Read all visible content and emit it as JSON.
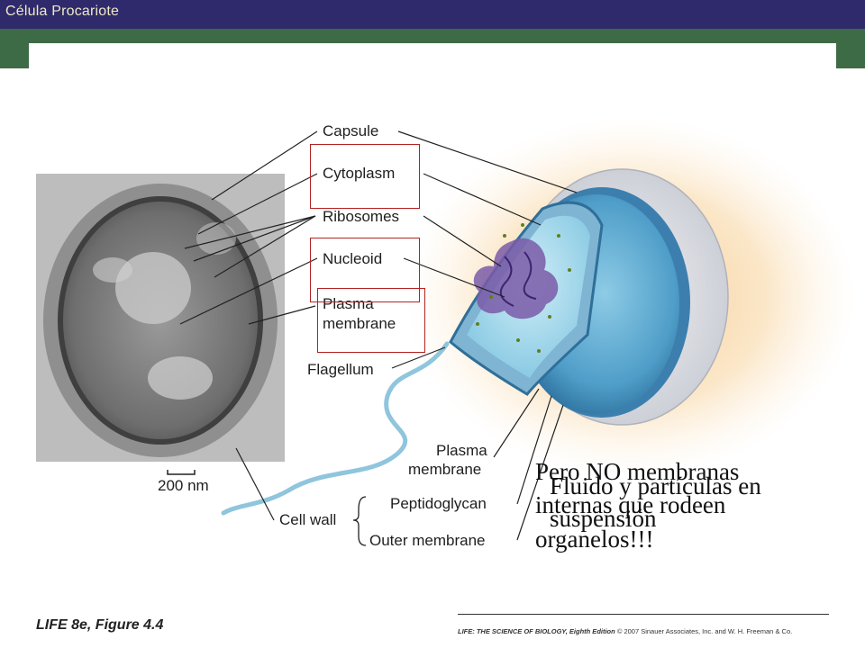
{
  "slide": {
    "title": "Célula Procariote",
    "colors": {
      "header": "#2e2a6b",
      "band": "#3d6b45",
      "title_text": "#f1e8c4",
      "highlight_box": "#b22222"
    }
  },
  "figure": {
    "labels": {
      "capsule": "Capsule",
      "cytoplasm": "Cytoplasm",
      "ribosomes": "Ribosomes",
      "nucleoid": "Nucleoid",
      "plasma_membrane_top_1": "Plasma",
      "plasma_membrane_top_2": "membrane",
      "flagellum": "Flagellum",
      "plasma_membrane_bottom_1": "Plasma",
      "plasma_membrane_bottom_2": "membrane",
      "peptidoglycan": "Peptidoglycan",
      "cell_wall": "Cell wall",
      "outer_membrane": "Outer membrane",
      "scale_bar": "200 nm"
    }
  },
  "notes": {
    "back_line1": "Fluido y partículas en",
    "back_line2": "suspensión",
    "front_line1": "Pero NO membranas",
    "front_line2": "internas que rodeen",
    "front_line3": "organelos!!!"
  },
  "footer": {
    "figure_ref": "LIFE 8e, Figure 4.4",
    "credit_title": "LIFE: THE SCIENCE OF BIOLOGY, Eighth Edition",
    "credit_rest": "© 2007 Sinauer Associates, Inc. and W. H. Freeman & Co."
  }
}
